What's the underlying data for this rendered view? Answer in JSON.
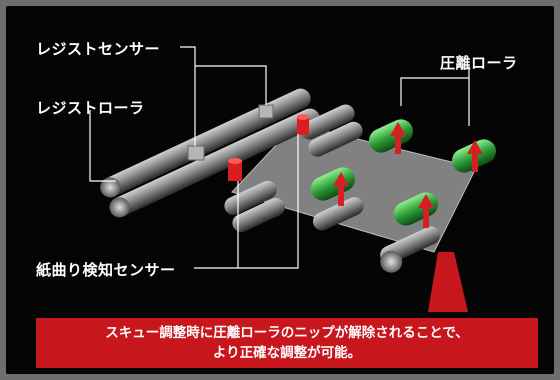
{
  "labels": {
    "regist_sensor": "レジストセンサー",
    "regist_roller": "レジストローラ",
    "separation_roller": "圧離ローラ",
    "paper_curl_sensor": "紙曲り検知センサー"
  },
  "callout": {
    "line1": "スキュー調整時に圧離ローラのニップが解除されることで、",
    "line2": "より正確な調整が可能。"
  },
  "colors": {
    "background": "#050505",
    "frame": "#6e6e6e",
    "roller_gray": "#8a8a8a",
    "roller_green": "#2f9c3a",
    "arrow_red": "#d42020",
    "callout_red": "#c8161d",
    "sensor_red": "#d81e1e"
  }
}
